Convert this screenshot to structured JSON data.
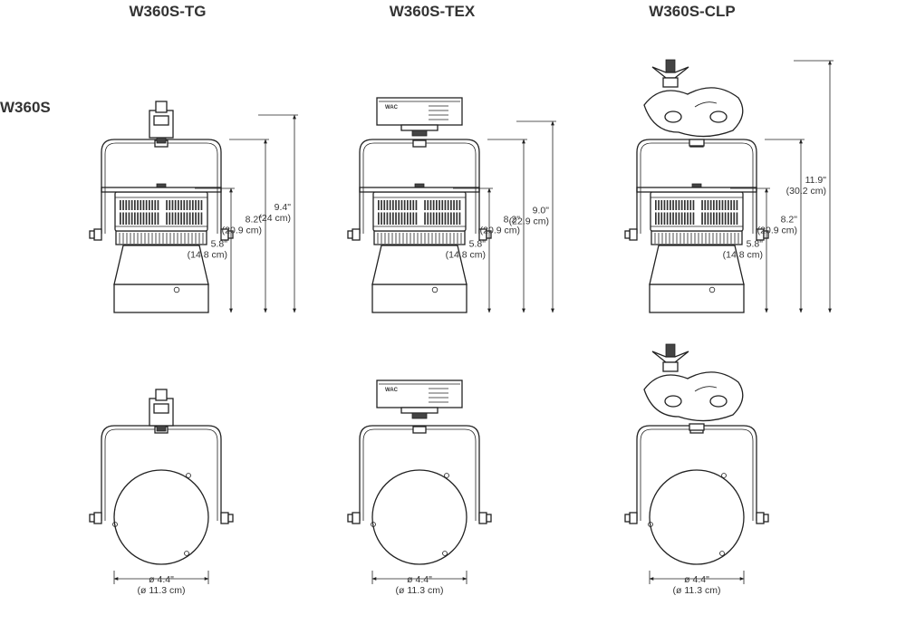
{
  "row_label": "W360S",
  "models": [
    {
      "name": "W360S-TG",
      "mount": "tg",
      "dims": [
        {
          "in": "9.4\"",
          "cm": "(24 cm)"
        },
        {
          "in": "8.2\"",
          "cm": "(20.9 cm)"
        },
        {
          "in": "5.8\"",
          "cm": "(14.8 cm)"
        }
      ],
      "diameter": {
        "in": "ø 4.4\"",
        "cm": "(ø 11.3 cm)"
      }
    },
    {
      "name": "W360S-TEX",
      "mount": "tex",
      "dims": [
        {
          "in": "9.0\"",
          "cm": "(22.9 cm)"
        },
        {
          "in": "8.2\"",
          "cm": "(20.9 cm)"
        },
        {
          "in": "5.8\"",
          "cm": "(14.8 cm)"
        }
      ],
      "diameter": {
        "in": "ø 4.4\"",
        "cm": "(ø 11.3 cm)"
      }
    },
    {
      "name": "W360S-CLP",
      "mount": "clp",
      "dims": [
        {
          "in": "11.9\"",
          "cm": "(30.2 cm)"
        },
        {
          "in": "8.2\"",
          "cm": "(20.9 cm)"
        },
        {
          "in": "5.8\"",
          "cm": "(14.8 cm)"
        }
      ],
      "diameter": {
        "in": "ø 4.4\"",
        "cm": "(ø 11.3 cm)"
      }
    }
  ],
  "adapter_label": "WAC",
  "colors": {
    "line": "#222222",
    "text": "#333333",
    "knob": "#444444"
  }
}
